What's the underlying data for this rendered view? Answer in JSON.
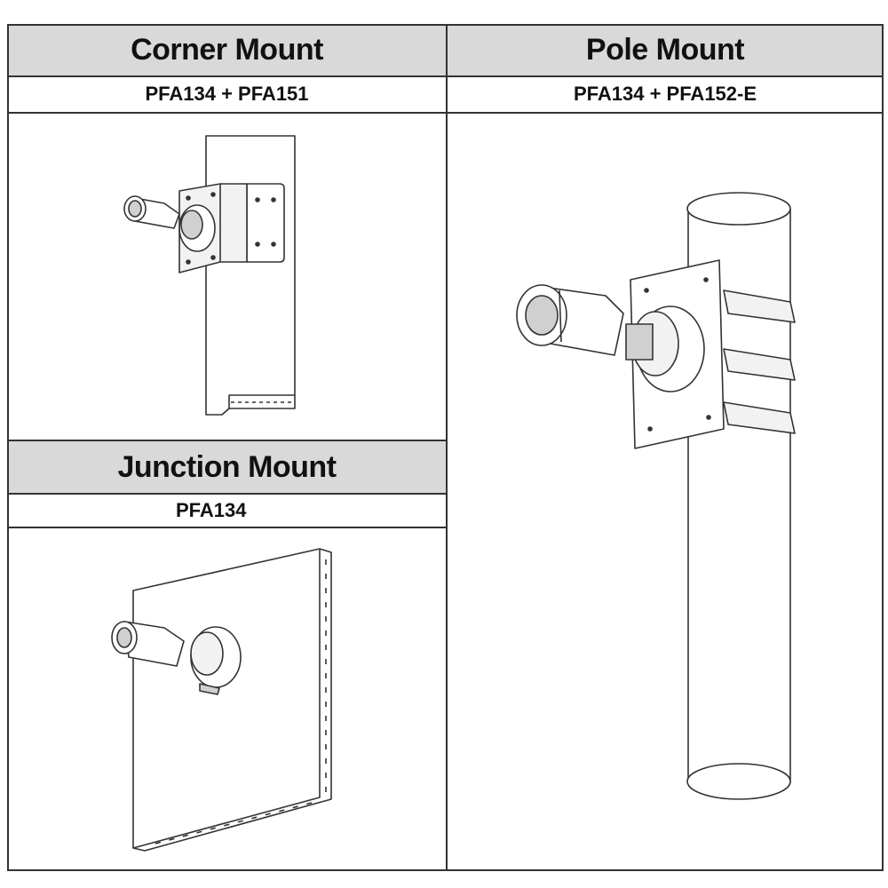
{
  "sections": {
    "corner": {
      "title": "Corner Mount",
      "model": "PFA134 + PFA151",
      "illustration_icon": "corner-mount-bracket-icon"
    },
    "pole": {
      "title": "Pole Mount",
      "model": "PFA134 + PFA152-E",
      "illustration_icon": "pole-mount-bracket-icon"
    },
    "junction": {
      "title": "Junction Mount",
      "model": "PFA134",
      "illustration_icon": "junction-box-icon"
    }
  },
  "colors": {
    "header_bg": "#d9d9d9",
    "line": "#333333",
    "fill_light": "#f2f2f2",
    "fill_mid": "#d0d0d0"
  }
}
